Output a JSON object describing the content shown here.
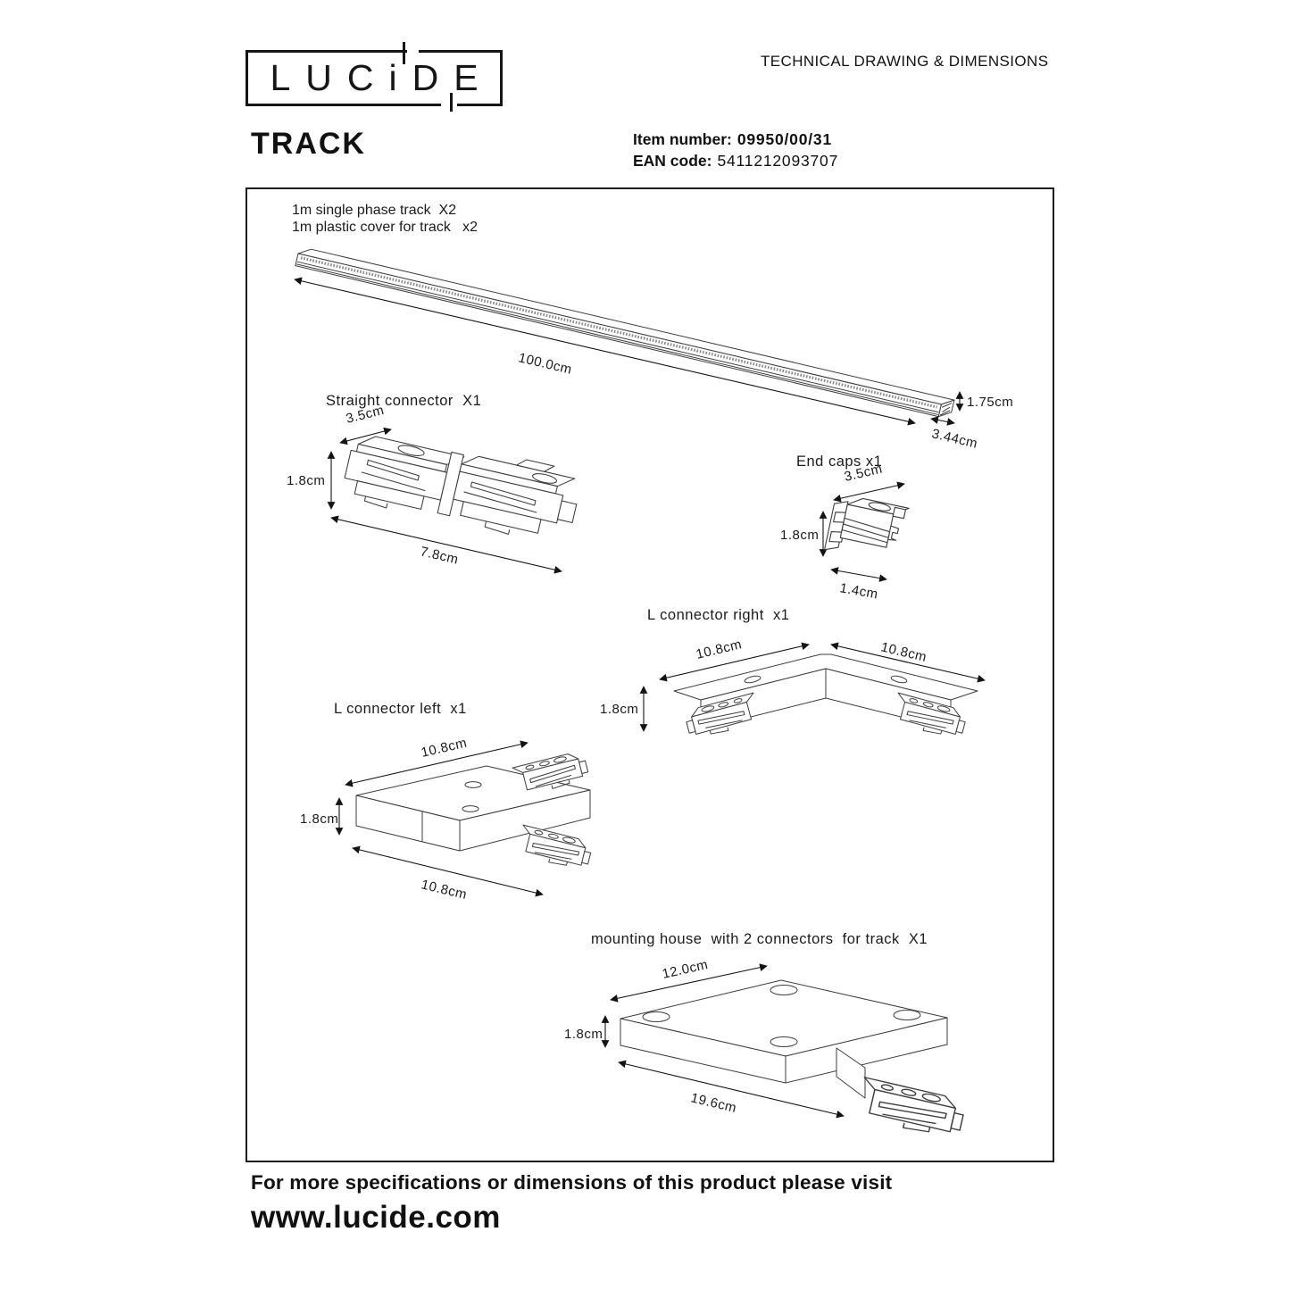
{
  "colors": {
    "ink": "#1a1a1a",
    "line": "#3d3d3d",
    "background": "#ffffff"
  },
  "header": {
    "logo_text": "LUCiDE",
    "doc_title": "TECHNICAL DRAWING & DIMENSIONS",
    "product_name": "TRACK",
    "item_number_label": "Item number:",
    "item_number": "09950/00/31",
    "ean_label": "EAN code:",
    "ean_code": "5411212093707"
  },
  "figures": {
    "track": {
      "label_line1": "1m single phase track  X2",
      "label_line2": "1m plastic cover for track   x2",
      "dim_length": "100.0cm",
      "dim_height": "1.75cm",
      "dim_depth": "3.44cm"
    },
    "straight_connector": {
      "label": "Straight connector  X1",
      "dim_depth": "3.5cm",
      "dim_height": "1.8cm",
      "dim_length": "7.8cm"
    },
    "end_caps": {
      "label": "End caps x1",
      "dim_depth": "3.5cm",
      "dim_height": "1.8cm",
      "dim_length": "1.4cm"
    },
    "l_connector_right": {
      "label": "L connector right  x1",
      "dim_left": "10.8cm",
      "dim_right": "10.8cm",
      "dim_height": "1.8cm"
    },
    "l_connector_left": {
      "label": "L connector left  x1",
      "dim_top": "10.8cm",
      "dim_height": "1.8cm",
      "dim_bottom": "10.8cm"
    },
    "mounting_house": {
      "label": "mounting house  with 2 connectors  for track  X1",
      "dim_top": "12.0cm",
      "dim_height": "1.8cm",
      "dim_bottom": "19.6cm"
    }
  },
  "footer": {
    "line1": "For more specifications or dimensions of this product please visit",
    "line2": "www.lucide.com"
  }
}
